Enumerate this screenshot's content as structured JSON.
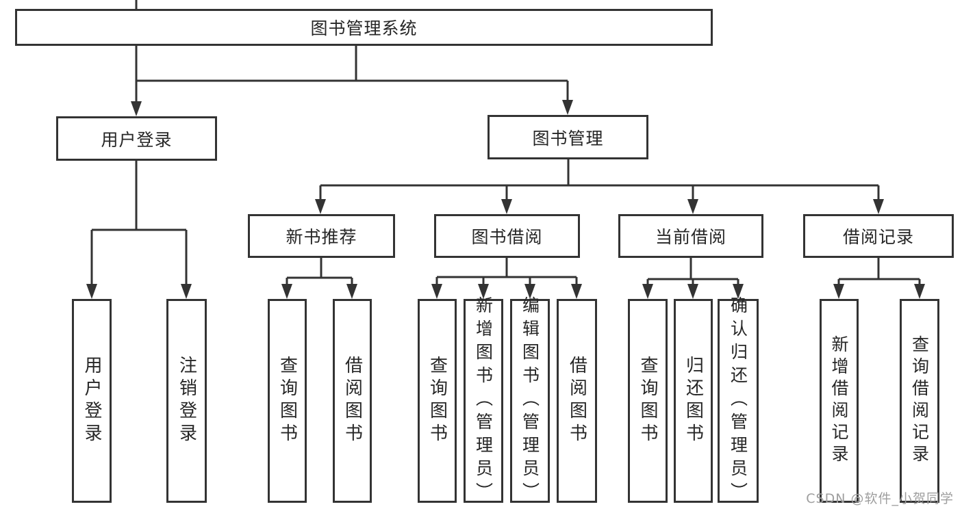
{
  "diagram": {
    "type": "hierarchy-tree",
    "root": {
      "label": "图书管理系统"
    },
    "branches": [
      {
        "label": "用户登录",
        "children": [
          {
            "label": "用户登录"
          },
          {
            "label": "注销登录"
          }
        ]
      },
      {
        "label": "图书管理",
        "children": [
          {
            "label": "新书推荐",
            "children": [
              {
                "label": "查询图书"
              },
              {
                "label": "借阅图书"
              }
            ]
          },
          {
            "label": "图书借阅",
            "children": [
              {
                "label": "查询图书"
              },
              {
                "label": "新增图书（管理员）"
              },
              {
                "label": "编辑图书（管理员）"
              },
              {
                "label": "借阅图书"
              }
            ]
          },
          {
            "label": "当前借阅",
            "children": [
              {
                "label": "查询图书"
              },
              {
                "label": "归还图书"
              },
              {
                "label": "确认归还（管理员）"
              }
            ]
          },
          {
            "label": "借阅记录",
            "children": [
              {
                "label": "新增借阅记录"
              },
              {
                "label": "查询借阅记录"
              }
            ]
          }
        ]
      }
    ],
    "watermark": "CSDN @软件_小贺同学",
    "colors": {
      "line": "#333333",
      "text": "#262626",
      "background": "#ffffff",
      "watermark": "#9e9e9e"
    }
  }
}
